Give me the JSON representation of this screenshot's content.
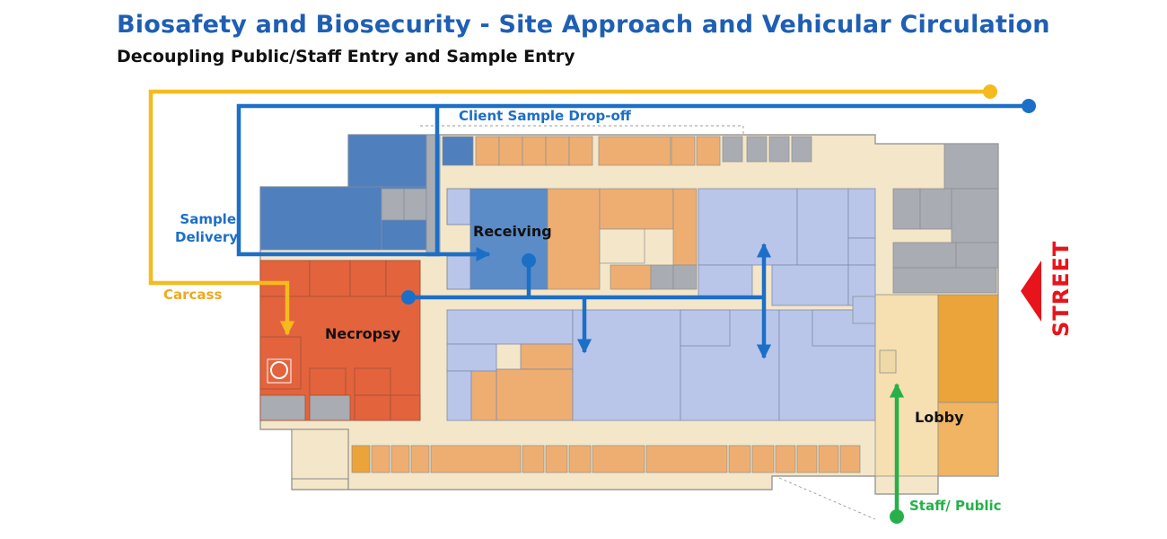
{
  "header": {
    "title": "Biosafety and Biosecurity - Site Approach and Vehicular Circulation",
    "subtitle": "Decoupling Public/Staff Entry and Sample Entry"
  },
  "routes": {
    "client_sample_dropoff": "Client Sample Drop-off",
    "sample_delivery_line1": "Sample",
    "sample_delivery_line2": "Delivery",
    "carcass": "Carcass",
    "staff_public": "Staff/ Public",
    "street": "STREET"
  },
  "zones": {
    "receiving": "Receiving",
    "necropsy": "Necropsy",
    "lobby": "Lobby"
  },
  "colors": {
    "title_blue": "#1f5fb3",
    "route_yellow": "#f5bb1e",
    "route_blue": "#1c6fc7",
    "route_green": "#27b04a",
    "street_red": "#e8141b",
    "necropsy_red": "#e3633d",
    "receiving_blue": "#5b8cc8",
    "lab_lavender": "#b9c6ea",
    "office_orange": "#eeae72",
    "lobby_tan": "#f6dfb0",
    "support_gray": "#a9acb2",
    "conference_orange": "#eaa43a"
  }
}
